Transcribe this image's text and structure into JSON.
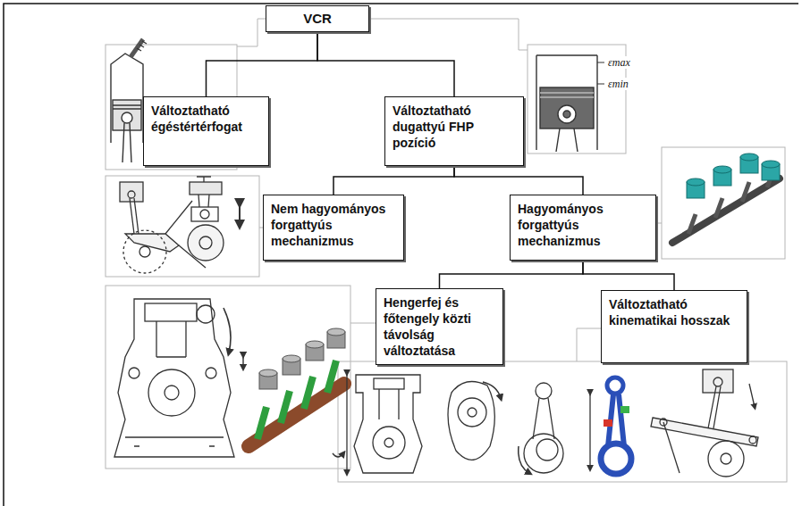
{
  "diagram": {
    "nodes": [
      {
        "text": [
          "VCR"
        ]
      },
      {
        "text": [
          "Változtatható égéstértérfogat"
        ]
      },
      {
        "text": [
          "Változtatható dugattyú FHP pozíció"
        ]
      },
      {
        "text": [
          "Nem hagyományos forgattyús mechanizmus"
        ]
      },
      {
        "text": [
          "Hagyományos forgattyús mechanizmus"
        ]
      },
      {
        "text": [
          "Hengerfej és főtengely közti távolság változtatása"
        ]
      },
      {
        "text": [
          "Változtatható kinematikai hosszak"
        ]
      }
    ],
    "edges": [
      {
        "from": 0,
        "to": 1,
        "arrow": "none"
      },
      {
        "from": 0,
        "to": 2,
        "arrow": "none"
      },
      {
        "from": 2,
        "to": 3,
        "arrow": "none"
      },
      {
        "from": 2,
        "to": 4,
        "arrow": "none"
      },
      {
        "from": 4,
        "to": 5,
        "arrow": "none"
      },
      {
        "from": 4,
        "to": 6,
        "arrow": "none"
      }
    ],
    "labels": [
      "εmax",
      "εmin"
    ]
  }
}
